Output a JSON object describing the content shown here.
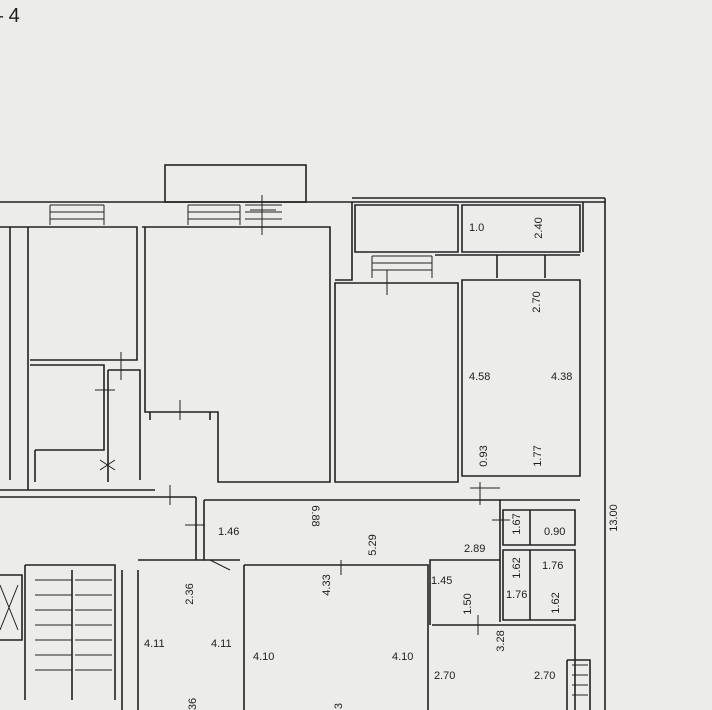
{
  "sheet_label": "– 4",
  "dimensions": {
    "d_1_0": "1.0",
    "d_2_40": "2.40",
    "d_2_70_top": "2.70",
    "d_4_58": "4.58",
    "d_4_38": "4.38",
    "d_0_93": "0.93",
    "d_1_77": "1.77",
    "d_13_00": "13.00",
    "d_1_46": "1.46",
    "d_6_88": "6.88",
    "d_5_29": "5.29",
    "d_1_67": "1.67",
    "d_0_90": "0.90",
    "d_2_89": "2.89",
    "d_1_62_a": "1.62",
    "d_1_76_a": "1.76",
    "d_1_45": "1.45",
    "d_4_33": "4.33",
    "d_2_36": "2.36",
    "d_1_50": "1.50",
    "d_1_76_b": "1.76",
    "d_1_62_b": "1.62",
    "d_4_11_a": "4.11",
    "d_4_11_b": "4.11",
    "d_4_10_a": "4.10",
    "d_4_10_b": "4.10",
    "d_3_28": "3.28",
    "d_2_70_a": "2.70",
    "d_2_70_b": "2.70",
    "d_36": "36",
    "d_3": "3"
  }
}
